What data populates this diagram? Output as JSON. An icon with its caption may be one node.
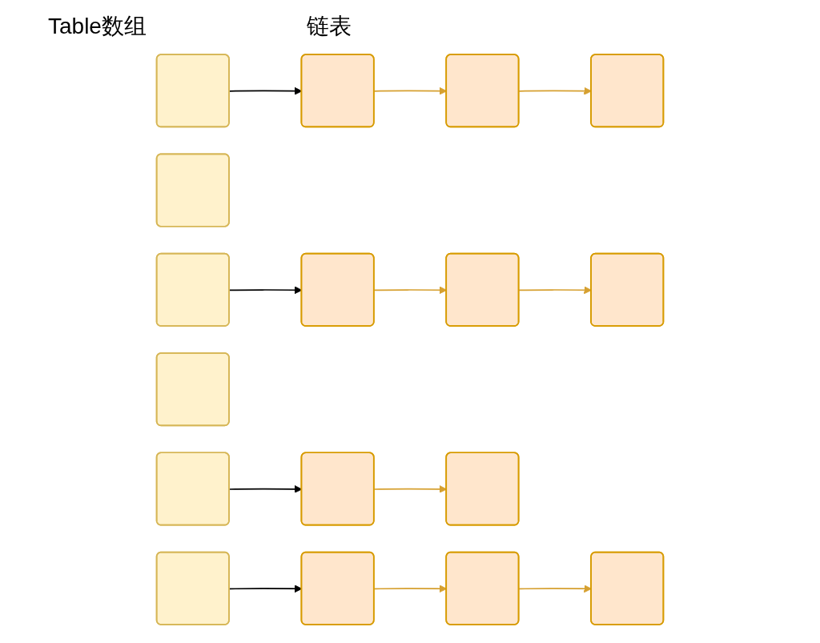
{
  "diagram": {
    "nodes": [
      {
        "text": [],
        "shape": "box"
      },
      {
        "text": [],
        "shape": "box"
      },
      {
        "text": [],
        "shape": "box"
      },
      {
        "text": [],
        "shape": "box"
      },
      {
        "text": [],
        "shape": "box"
      },
      {
        "text": [],
        "shape": "box"
      },
      {
        "text": [],
        "shape": "box"
      },
      {
        "text": [],
        "shape": "box"
      },
      {
        "text": [],
        "shape": "box"
      },
      {
        "text": [],
        "shape": "box"
      },
      {
        "text": [],
        "shape": "box"
      },
      {
        "text": [],
        "shape": "box"
      },
      {
        "text": [],
        "shape": "box"
      },
      {
        "text": [],
        "shape": "box"
      },
      {
        "text": [],
        "shape": "box"
      },
      {
        "text": [],
        "shape": "box"
      },
      {
        "text": [],
        "shape": "box"
      }
    ],
    "edges": [
      {
        "from": 0,
        "to": 1,
        "arrow": "to",
        "color": "#000000"
      },
      {
        "from": 1,
        "to": 2,
        "arrow": "to"
      },
      {
        "from": 2,
        "to": 3,
        "arrow": "to"
      },
      {
        "from": 5,
        "to": 6,
        "arrow": "to",
        "color": "#000000"
      },
      {
        "from": 6,
        "to": 7,
        "arrow": "to"
      },
      {
        "from": 7,
        "to": 8,
        "arrow": "to"
      },
      {
        "from": 10,
        "to": 11,
        "arrow": "to",
        "color": "#000000"
      },
      {
        "from": 11,
        "to": 12,
        "arrow": "to"
      },
      {
        "from": 13,
        "to": 14,
        "arrow": "to",
        "color": "#000000"
      },
      {
        "from": 14,
        "to": 15,
        "arrow": "to"
      },
      {
        "from": 15,
        "to": 16,
        "arrow": "to"
      }
    ],
    "labels": [
      "Table数组",
      "链表"
    ]
  }
}
